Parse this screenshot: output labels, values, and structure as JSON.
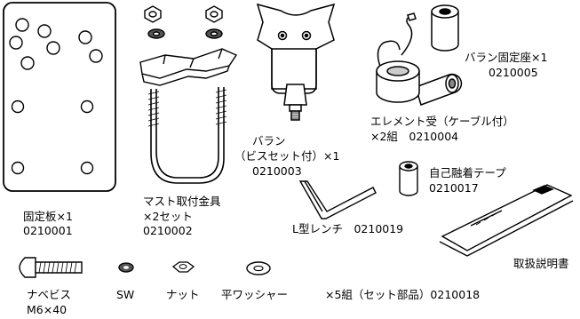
{
  "labels": {
    "plate_name": "固定板×1",
    "plate_code": "0210001",
    "bracket_name": "マスト取付金具",
    "bracket_qty": "×2セット",
    "bracket_code": "0210002",
    "balun_name": "バラン",
    "balun_detail": "（ビスセット付）×1",
    "balun_code": "0210003",
    "seat_name": "バラン固定座×1",
    "seat_code": "0210005",
    "receiver_name": "エレメント受（ケーブル付）",
    "receiver_qty_code": "×2組　0210004",
    "tape_name": "自己融着テープ",
    "tape_code": "0210017",
    "wrench_label": "L型レンチ　0210019",
    "manual_label": "取扱説明書",
    "screw_name": "ナベビス",
    "screw_size": "M6×40",
    "sw_label": "SW",
    "nut_label": "ナット",
    "washer_label": "平ワッシャー",
    "set_label": "×5組（セット部品）0210018"
  },
  "icons": [
    "plate-icon",
    "mast-bracket-icon",
    "balun-icon",
    "balun-seat-icon",
    "element-receiver-icon",
    "tape-icon",
    "l-wrench-icon",
    "manual-icon",
    "pan-screw-icon",
    "spring-washer-icon",
    "nut-icon",
    "flat-washer-icon"
  ]
}
